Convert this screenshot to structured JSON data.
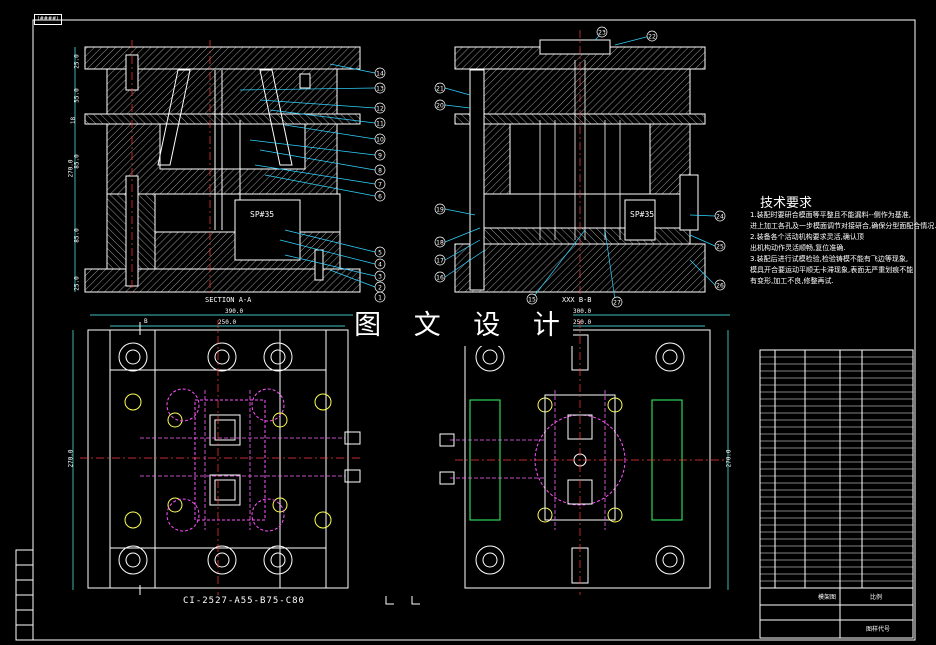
{
  "drawing": {
    "title": "图 文 设 计",
    "corner_tag": "(####)",
    "sections": [
      {
        "label": "SECTION A-A"
      },
      {
        "label": "XXX B-B"
      }
    ],
    "part_code": "CI-2527-A55-B75-C80",
    "sp_labels": [
      "SP#35",
      "SP#35"
    ],
    "tech_requirements": {
      "title": "技术要求",
      "notes": [
        "1.装配时要研合模面等平整且不能漏料--侧作为基准,",
        "进上加工各孔及一步模面调节对接研合,确保分型面配合情况.",
        "2.装备各个活动机构要求灵活,确认顶",
        "出机构动作灵活顺畅,复位准确.",
        "3.装配后进行试模检验,检验铸模不能有飞边等现象,",
        "模具开合要运动平顺无卡滞现象,表面无严重划痕不能",
        "有变形,加工不良,修整再试."
      ]
    },
    "dimensions": {
      "top_width_left": "390.0",
      "top_width_inner_left": "250.0",
      "top_width_right": "300.0",
      "top_width_inner_right": "250.0",
      "left_height": "270.0",
      "right_height": "270.0",
      "top_section_heights": [
        "25.0",
        "55.0",
        "18",
        "85.0",
        "85.0",
        "25.0"
      ],
      "top_section_total": "270.0",
      "section_marker": "B"
    },
    "balloons_left": [
      "14",
      "13",
      "12",
      "11",
      "10",
      "9",
      "8",
      "7",
      "6",
      "5",
      "4",
      "3",
      "2",
      "1"
    ],
    "balloons_right": [
      "23",
      "22",
      "21",
      "20",
      "19",
      "18",
      "17",
      "16",
      "15",
      "24",
      "25",
      "26",
      "27"
    ],
    "title_block": {
      "name_label": "模架图",
      "scale_label": "比例",
      "code_label": "图样代号"
    }
  },
  "colors": {
    "background": "#000000",
    "outline": "#ffffff",
    "hatch": "#ffffff",
    "centerline": "#ff3b3b",
    "hidden": "#ff52ff",
    "cooling": "#ff66ff",
    "bolt": "#ffff55",
    "dimension": "#55ffff",
    "leader": "#2fd3ff",
    "green": "#33ff66"
  }
}
